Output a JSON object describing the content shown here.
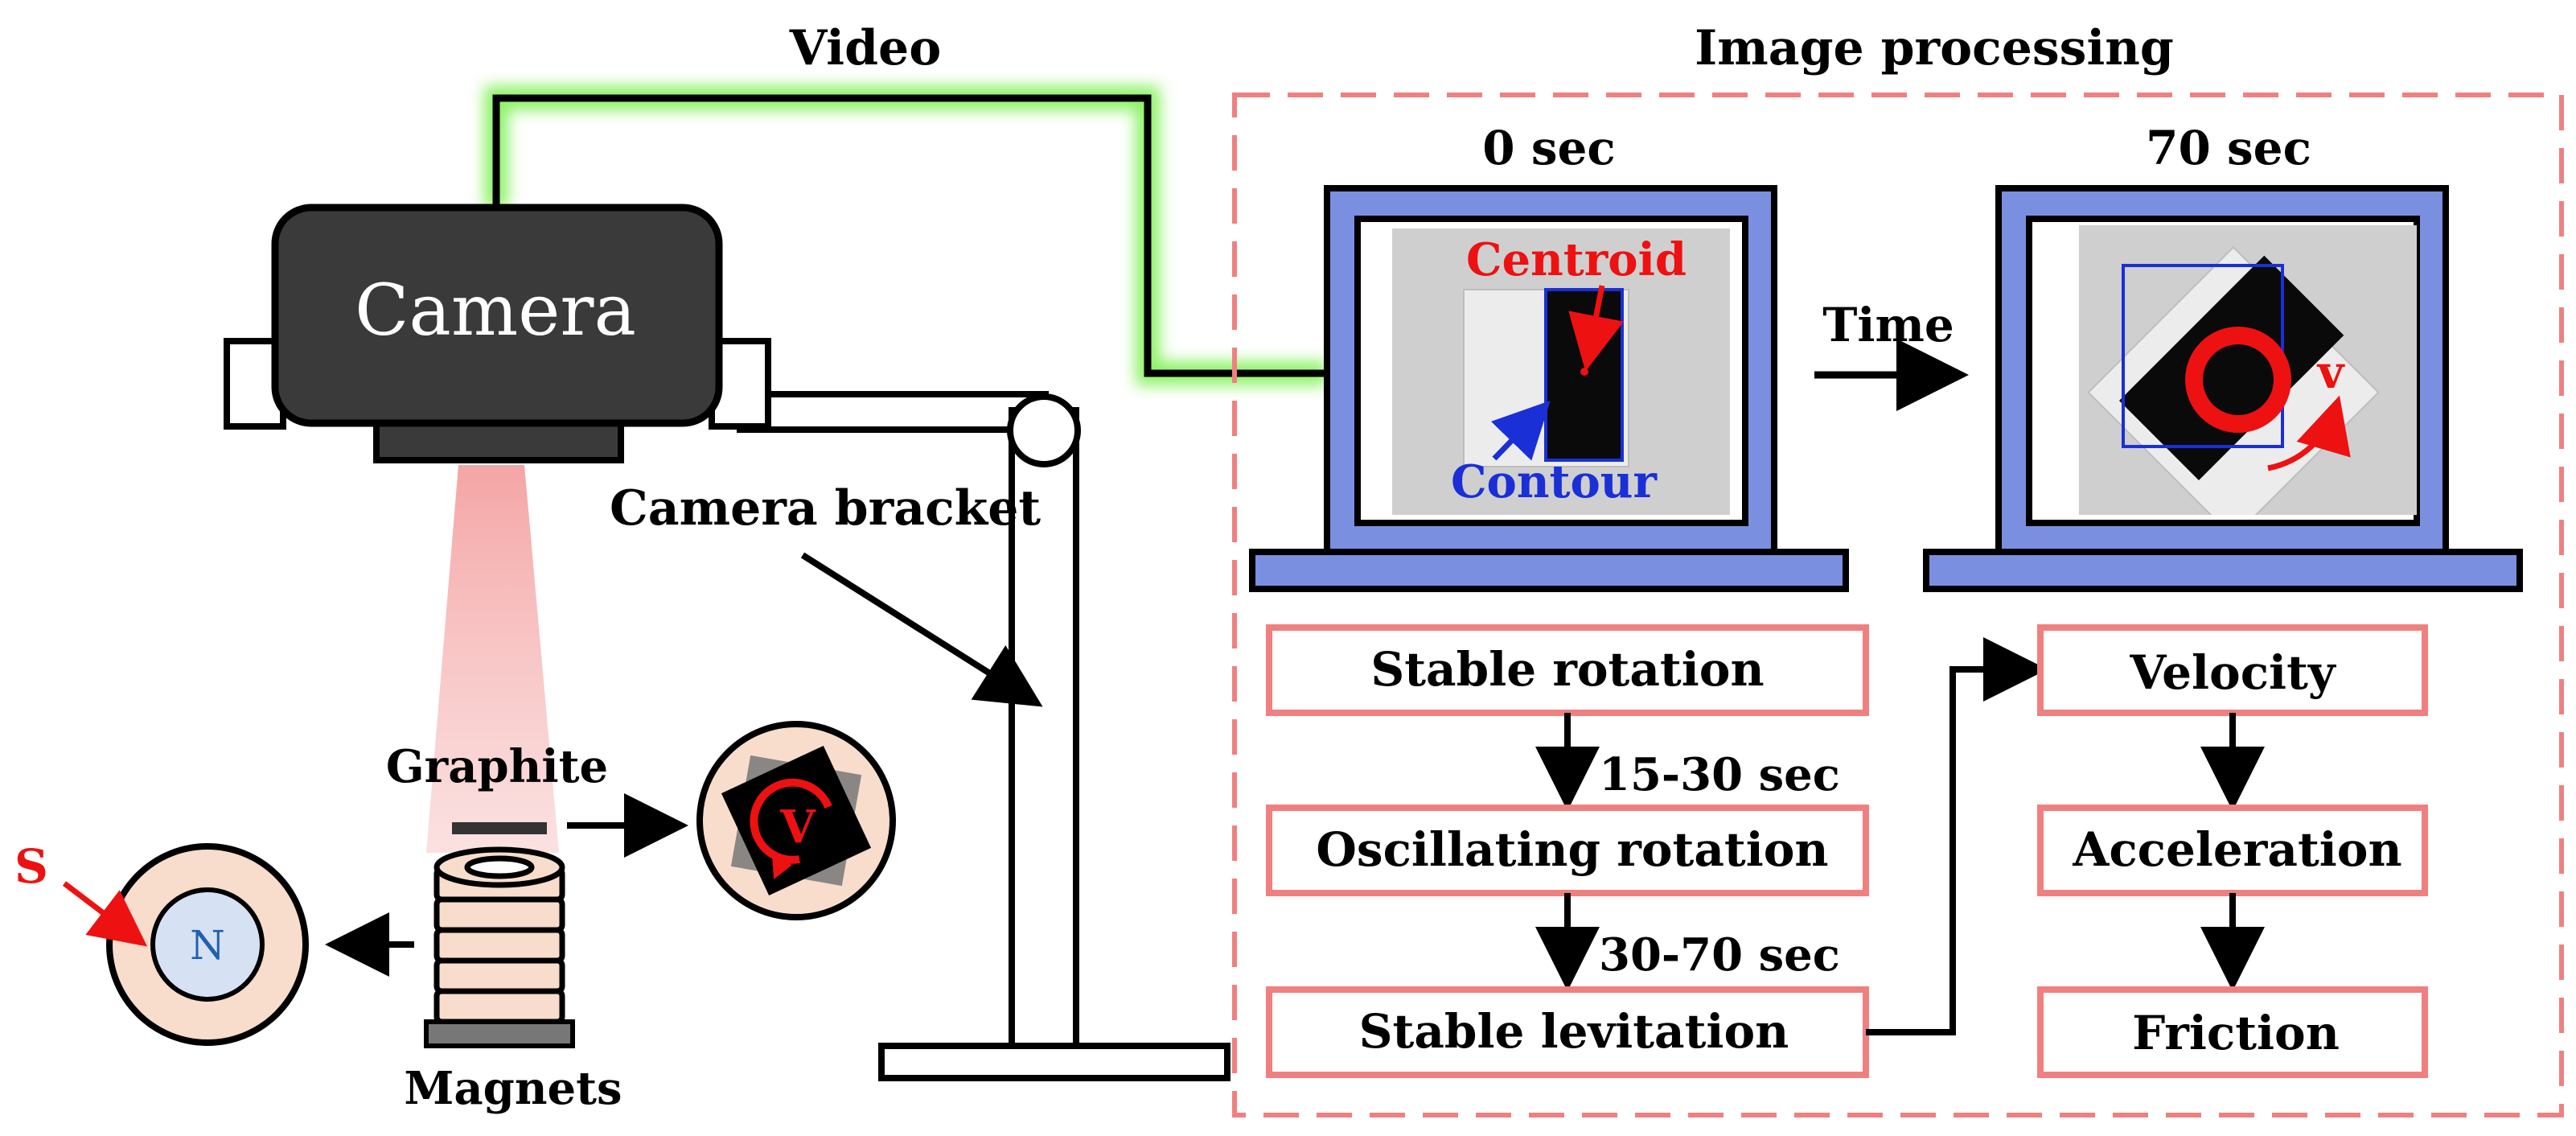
{
  "labels": {
    "video": "Video",
    "image_processing": "Image processing",
    "camera": "Camera",
    "camera_bracket": "Camera bracket",
    "graphite": "Graphite",
    "magnets": "Magnets",
    "pole_s": "S",
    "pole_n": "N",
    "velocity_symbol": "V"
  },
  "monitors": {
    "left": {
      "time_label": "0 sec",
      "centroid_label": "Centroid",
      "contour_label": "Contour"
    },
    "right": {
      "time_label": "70 sec",
      "velocity_label": "v"
    },
    "time_arrow_label": "Time"
  },
  "flow_left": {
    "boxes": [
      "Stable rotation",
      "Oscillating rotation",
      "Stable levitation"
    ],
    "intervals": [
      "15-30 sec",
      "30-70 sec"
    ]
  },
  "flow_right": {
    "boxes": [
      "Velocity",
      "Acceleration",
      "Friction"
    ]
  },
  "colors": {
    "camera_body": "#3a3a3a",
    "green_glow": "#66ee33",
    "monitor_frame": "#7a8fe0",
    "salmon": "#f08080",
    "beam": "#f4a0a0",
    "magnet_fill": "#f8dccc",
    "n_pole_fill": "#d6e2f3",
    "n_pole_text": "#2060b0",
    "red": "#ee1111",
    "blue": "#1a2fd6"
  }
}
